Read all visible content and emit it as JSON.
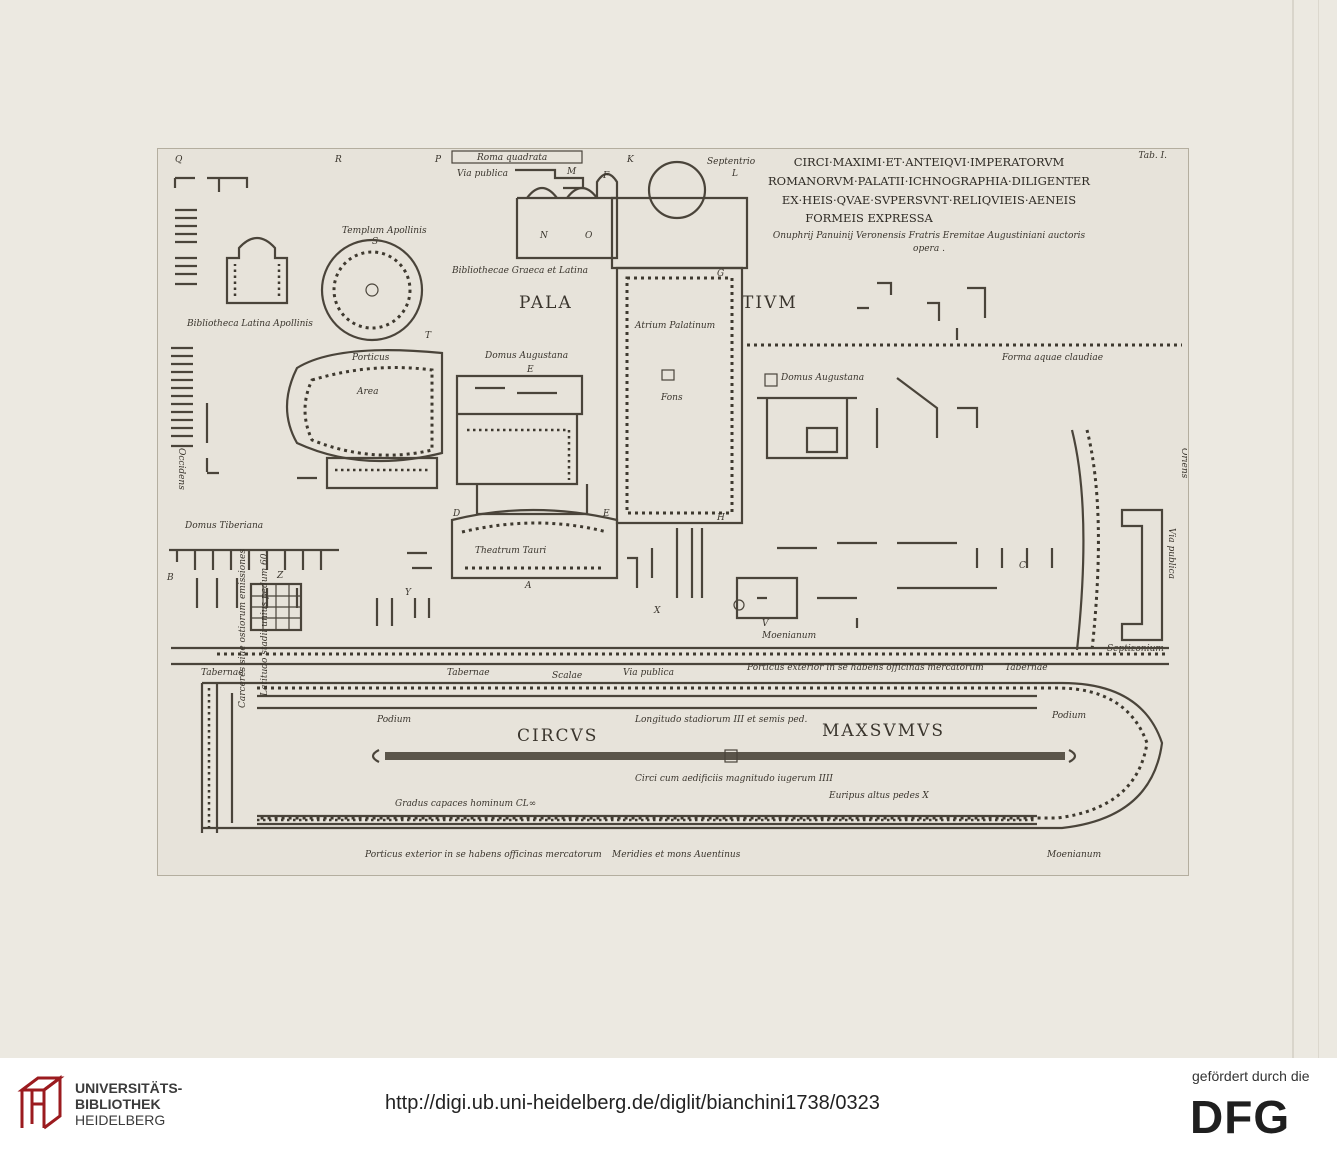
{
  "plate": {
    "number": "Tab. I.",
    "title": [
      "CIRCI·MAXIMI·ET·ANTEIQVI·IMPERATORVM",
      "ROMANORVM·PALATII·ICHNOGRAPHIA·DILIGENTER",
      "EX·HEIS·QVAE·SVPERSVNT·RELIQVIEIS·AENEIS",
      "FORMEIS EXPRESSA"
    ],
    "attribution": [
      "Onuphrij Panuinij Veronensis Fratris Eremitae Augustiniani auctoris",
      "opera ."
    ]
  },
  "labels": {
    "roma_quadrata": "Roma quadrata",
    "via_publica_top": "Via publica",
    "septentrio": "Septentrio",
    "templum_apollinis": "Templum Apollinis",
    "bibliothecae": "Bibliothecae Graeca et Latina",
    "bibliotheca_latina": "Bibliotheca Latina Apollinis",
    "pala": "PALA",
    "tium": "TIVM",
    "atrium": "Atrium Palatinum",
    "fons": "Fons",
    "porticus": "Porticus",
    "area": "Area",
    "domus_augustana_1": "Domus Augustana",
    "domus_augustana_2": "Domus Augustana",
    "forma_aquae": "Forma aquae claudiae",
    "occidens": "Occidens",
    "oriens": "Oriens",
    "domus_tiberiana": "Domus Tiberiana",
    "theatrum": "Theatrum Tauri",
    "via_publica_right": "Via publica",
    "septizonium": "Septizonium",
    "moenianum_1": "Moenianum",
    "tabernae_1": "Tabernae",
    "tabernae_2": "Tabernae",
    "scalae": "Scalae",
    "via_publica_mid": "Via publica",
    "porticus_exterior": "Porticus exterior in se habens officinas mercatorum",
    "tabernae_3": "Tabernae",
    "podium_1": "Podium",
    "podium_2": "Podium",
    "longitudo": "Longitudo stadiorum III et semis ped.",
    "circus": "CIRCVS",
    "maxsumus": "MAXSVMVS",
    "carceres": "Carceres siue ostiorum emissiones",
    "latitudo": "Latitudo stadii unius pedum 60.",
    "circi_cum": "Circi cum aedificiis magnitudo iugerum IIII",
    "euripus": "Euripus altus pedes X",
    "gradus": "Gradus capaces hominum CL∞",
    "porticus_exterior_2": "Porticus exterior in se habens officinas mercatorum",
    "meridies": "Meridies et mons Auentinus",
    "moenianum_2": "Moenianum"
  },
  "letters": [
    "Q",
    "R",
    "P",
    "M",
    "K",
    "L",
    "N",
    "O",
    "S",
    "T",
    "E",
    "F",
    "G",
    "H",
    "D",
    "E",
    "A",
    "B",
    "Z",
    "Y",
    "X",
    "V",
    "C"
  ],
  "footer": {
    "university": [
      "UNIVERSITÄTS-",
      "BIBLIOTHEK",
      "HEIDELBERG"
    ],
    "url": "http://digi.ub.uni-heidelberg.de/diglit/bianchini1738/0323",
    "sponsor": "gefördert durch die",
    "dfg": "DFG"
  }
}
